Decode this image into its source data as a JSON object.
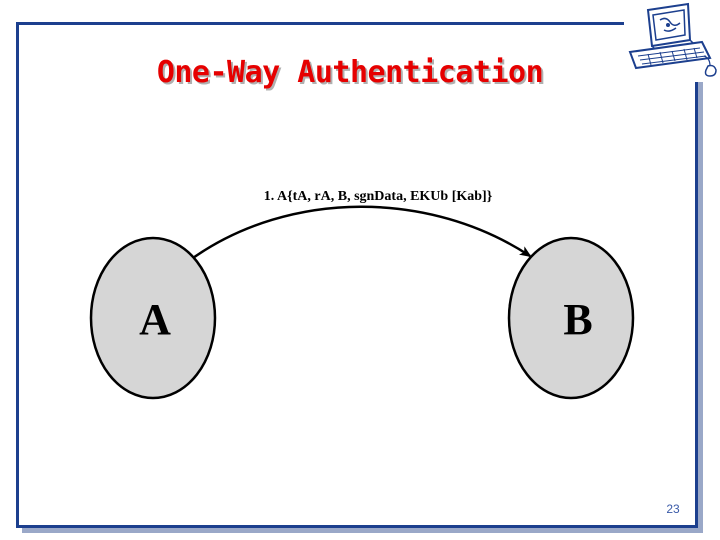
{
  "slide": {
    "title": "One-Way Authentication",
    "page_number": "23"
  },
  "diagram": {
    "message_label": "1. A{tA, rA, B, sgnData, EKUb [Kab]}",
    "node_a_label": "A",
    "node_b_label": "B",
    "node_fill": "#d6d6d6",
    "title_color": "#e60000",
    "frame_color": "#1c3f8e"
  },
  "logo": {
    "icon": "computer-keyboard-icon"
  }
}
